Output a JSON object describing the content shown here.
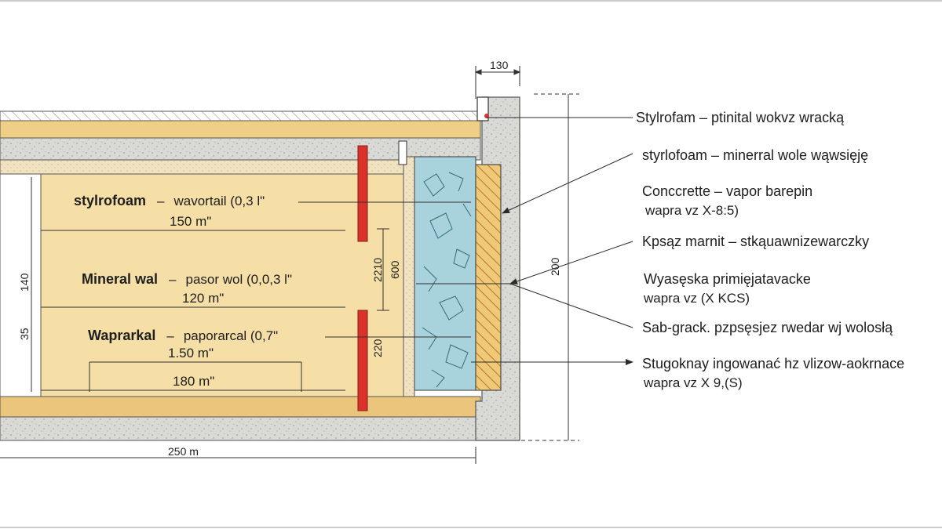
{
  "colors": {
    "concrete": "#d9d9d6",
    "concrete_dark": "#b9b9b5",
    "insulation": "#f6dfa6",
    "insulation_band": "#eac982",
    "board": "#f3e6c8",
    "glass": "#a9d3dc",
    "red_post": "#d8322b",
    "line": "#2b2b2b",
    "text": "#1e1e1e"
  },
  "dimensions": {
    "top": "130",
    "right": "200",
    "left_upper": "140",
    "left_lower": "35",
    "post_upper_a": "2210",
    "post_upper_b": "600",
    "post_lower": "220",
    "bottom": "250 m"
  },
  "inner_labels": [
    {
      "main": "stylrofoam",
      "sep": "–",
      "desc": "wavortail (0,3 l\""
    },
    {
      "main": "Mineral wal",
      "sep": "–",
      "desc": "pasor wol (0,0,3 l\""
    },
    {
      "main": "Waprarkal",
      "sep": "–",
      "desc": "paporarcal (0,7\""
    }
  ],
  "inner_dims": [
    "150 m\"",
    "120 m\"",
    "1.50 m\"",
    "180 m\""
  ],
  "callouts": [
    {
      "line1": "Stylrofam – ptinital wokvz wracką",
      "line2": ""
    },
    {
      "line1": "styrlofoam – minerral wole wąwsięję",
      "line2": ""
    },
    {
      "line1": "Conccrette – vapor barepin",
      "line2": "wapra vz X-8:5)"
    },
    {
      "line1": "Kpsąz marnit – stkąuawnizewarczky",
      "line2": ""
    },
    {
      "line1": "Wyasęska primięjatavacke",
      "line2": "wapra vz (X KCS)"
    },
    {
      "line1": "Sab-grack. pzpsęsjez rwedar wj wolosłą",
      "line2": ""
    },
    {
      "line1": "Stugoknay ingowanać hz vlizow-aokrnace",
      "line2": "wapra vz X 9,(S)"
    }
  ]
}
